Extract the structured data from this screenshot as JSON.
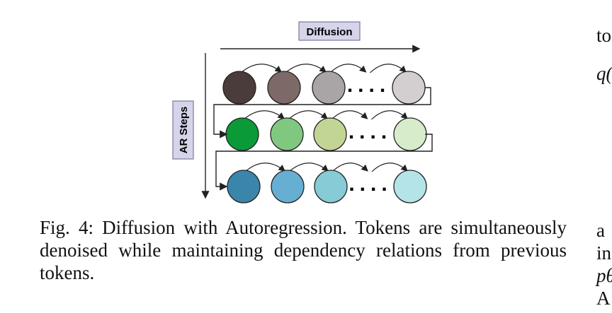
{
  "figure": {
    "diffusion_label": "Diffusion",
    "ar_steps_label": "AR Steps",
    "ellipsis": "....",
    "rows": [
      {
        "colors": [
          "#4a3c3a",
          "#7d6a68",
          "#a9a5a6",
          "#d3cfd0"
        ],
        "stroke": "#222222"
      },
      {
        "colors": [
          "#0a9a38",
          "#80c87f",
          "#c3d594",
          "#d6eccb"
        ],
        "stroke": "#222222"
      },
      {
        "colors": [
          "#3a86ab",
          "#67aed3",
          "#86cbd6",
          "#b4e4e8"
        ],
        "stroke": "#222222"
      }
    ],
    "label_box_fill": "#d6d4ea",
    "label_box_stroke": "#7a7a9a"
  },
  "caption": {
    "text": "Fig. 4: Diffusion with Autoregression. Tokens are simultaneously denoised while maintaining dependency relations from previous tokens."
  },
  "right_column": {
    "frag_top": "to",
    "frag_math_top": "q(",
    "frag_a": "a",
    "frag_in": "in",
    "frag_math_p": "pθ",
    "frag_A": "A"
  }
}
